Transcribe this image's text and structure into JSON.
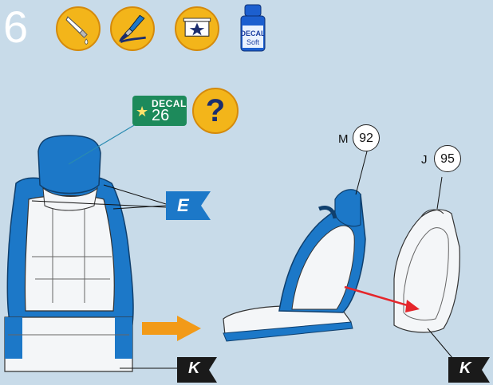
{
  "step": {
    "number": "6"
  },
  "tool_icons": [
    {
      "name": "glue-drop-icon"
    },
    {
      "name": "paint-brush-icon"
    },
    {
      "name": "decal-position-icon"
    },
    {
      "name": "decal-soft-bottle-icon",
      "label_line1": "DECAL",
      "label_line2": "Soft"
    }
  ],
  "decal_badge": {
    "label": "DECAL",
    "number": "26"
  },
  "help_badge": {
    "symbol": "?"
  },
  "flags": {
    "e_label": "E",
    "k_label_left": "K",
    "k_label_right": "K"
  },
  "part_callouts": [
    {
      "letter": "M",
      "number": "92"
    },
    {
      "letter": "J",
      "number": "95"
    }
  ],
  "colors": {
    "background": "#c8dbe9",
    "seat_blue": "#1c78c8",
    "icon_yellow": "#f3b51a",
    "arrow_orange": "#f29a18",
    "arrow_red": "#e5262b",
    "decal_green": "#1d8a5b"
  }
}
